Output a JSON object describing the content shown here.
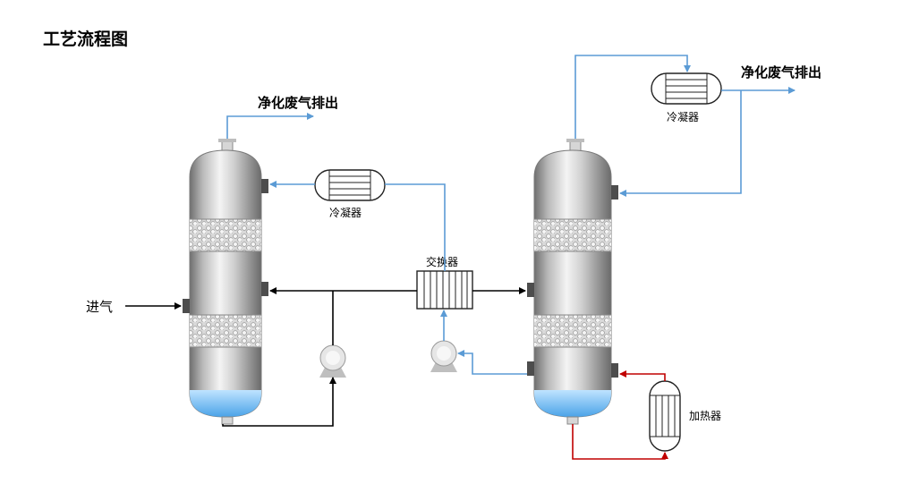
{
  "title": "工艺流程图",
  "labels": {
    "left_exhaust": "净化废气排出",
    "right_exhaust": "净化废气排出",
    "left_condenser": "冷凝器",
    "right_condenser": "冷凝器",
    "exchanger": "交换器",
    "heater": "加热器",
    "inlet": "进气"
  },
  "colors": {
    "pipe_black": "#000000",
    "pipe_blue": "#5b9bd5",
    "pipe_red": "#c00000",
    "water": "#6fb7f0"
  }
}
